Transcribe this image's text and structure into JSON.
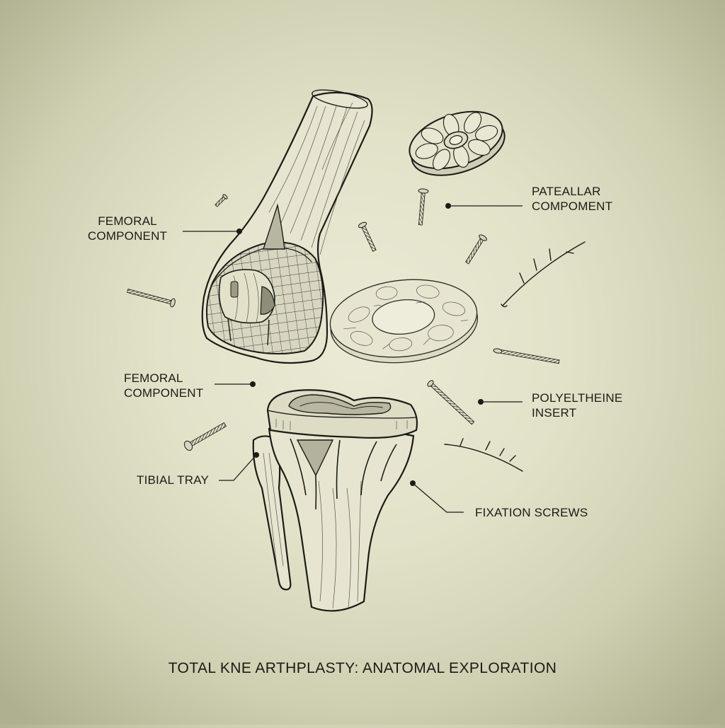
{
  "title": "TOTAL KNE ARTHPLASTY: ANATOMAL EXPLORATION",
  "colors": {
    "background_center": "#e6e6d0",
    "background_edge": "#a9ab8a",
    "ink": "#1b1b17",
    "bone_fill": "#e7e5cf"
  },
  "labels": {
    "femoral_top": {
      "line1": "FEMORAL",
      "line2": "COMPONENT"
    },
    "patellar": {
      "line1": "PATEALLAR",
      "line2": "COMPOMENT"
    },
    "femoral_mid": {
      "line1": "FEMORAL",
      "line2": "COMPONENT"
    },
    "polyethylene": {
      "line1": "POLYELTHEINE",
      "line2": "INSERT"
    },
    "tibial_tray": {
      "line1": "TIBIAL TRAY"
    },
    "fixation_screws": {
      "line1": "FIXATION SCREWS"
    }
  },
  "illustration_parts": [
    "femur-bone",
    "femoral-component",
    "patellar-component",
    "polyethylene-insert-ring",
    "tibial-tray",
    "tibia-bone",
    "fibula-bone",
    "fixation-screws",
    "nerve-branch-fragments"
  ]
}
